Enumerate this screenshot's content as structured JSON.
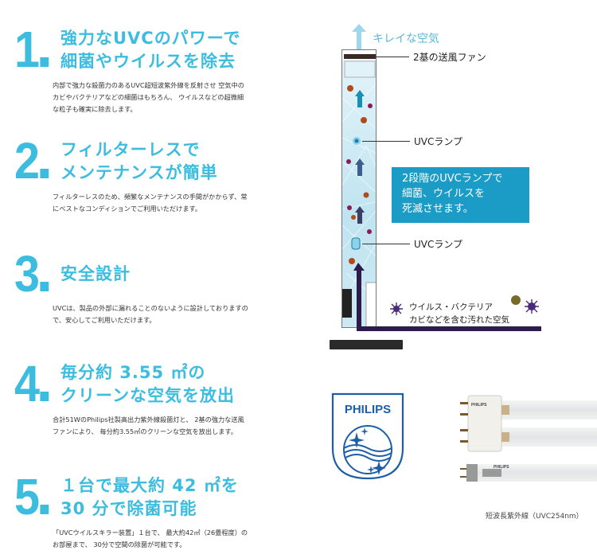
{
  "features": [
    {
      "number": "1",
      "heading_lines": [
        "強力なUVCのパワーで",
        "細菌やウイルスを除去"
      ],
      "description": "内部で強力な殺菌力のあるUVC超短波紫外線を反射させ 空気中の\nカビやバクテリアなどの細菌はもちろん、 ウイルスなどの超微細\nな粒子も確実に除去します。"
    },
    {
      "number": "2",
      "heading_lines": [
        "フィルターレスで",
        "メンテナンスが簡単"
      ],
      "description": "フィルターレスのため、頻繁なメンテナンスの手間がかからず、常\nにベストなコンディションでご利用いただけます。"
    },
    {
      "number": "3",
      "heading_lines": [
        "安全設計"
      ],
      "description": "UVCは、製品の外部に漏れることのないように設計しておりますの\nで、安心してご利用いただけます。"
    },
    {
      "number": "4",
      "heading_lines": [
        "毎分約 3.55 ㎡の",
        "クリーンな空気を放出"
      ],
      "heading_sup": "3",
      "description": "合計51WのPhilips社製高出力紫外線殺菌灯と、 2基の強力な送風\nファンにより、 毎分約3.55㎥のクリーンな空気を放出します。"
    },
    {
      "number": "5",
      "heading_lines": [
        "１台で最大約 42 ㎡を",
        "30 分で除菌可能"
      ],
      "heading_sup": "2",
      "description": "「UVCウイルスキラー装置」１台で、 最大約42㎡（26畳程度）の\nお部屋まで、 30分で空間の除菌が可能です。"
    }
  ],
  "diagram": {
    "clean_air_label": "キレイな空気",
    "fan_label": "2基の送風ファン",
    "uvc_lamp_label_1": "UVCランプ",
    "uvc_lamp_label_2": "UVCランプ",
    "info_box": "2段階のUVCランプで\n細菌、ウイルスを\n死滅させます。",
    "dirty_air_label_1": "ウイルス・バクテリア",
    "dirty_air_label_2": "カビなどを含む汚れた空気"
  },
  "brand": {
    "logo_text": "PHILIPS"
  },
  "lamp_caption": "短波長紫外線（UVC254nm）",
  "colors": {
    "accent": "#3cbde0",
    "info_box": "#1a9cc6",
    "dark_arrow": "#2d1b4e",
    "philips_blue": "#1d5ea8"
  }
}
